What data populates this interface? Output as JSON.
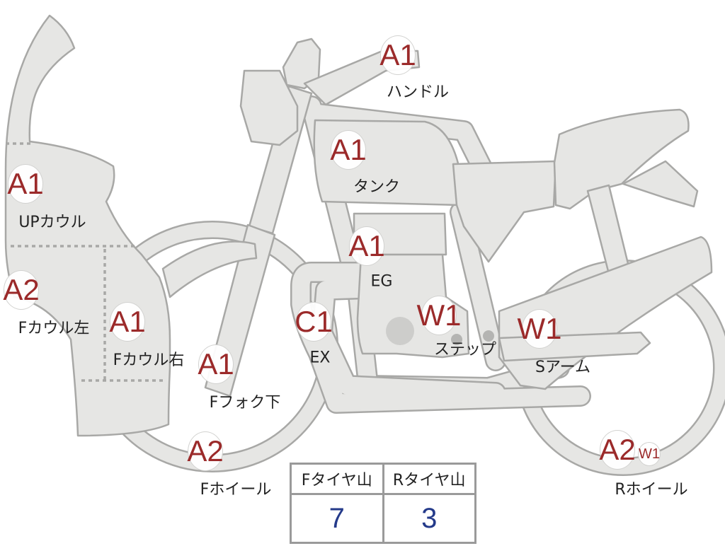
{
  "parts": [
    {
      "id": "handle",
      "grade": "A1",
      "label": "ハンドル"
    },
    {
      "id": "tank",
      "grade": "A1",
      "label": "タンク"
    },
    {
      "id": "upper-cowl",
      "grade": "A1",
      "label": "UPカウル"
    },
    {
      "id": "engine",
      "grade": "A1",
      "label": "EG"
    },
    {
      "id": "cowl-left",
      "grade": "A2",
      "label": "Fカウル左"
    },
    {
      "id": "cowl-right",
      "grade": "A1",
      "label": "Fカウル右"
    },
    {
      "id": "front-fork-lower",
      "grade": "A1",
      "label": "Fフォク下"
    },
    {
      "id": "exhaust",
      "grade": "C1",
      "label": "EX"
    },
    {
      "id": "step",
      "grade": "W1",
      "label": "ステップ"
    },
    {
      "id": "swing-arm",
      "grade": "W1",
      "label": "Sアーム"
    },
    {
      "id": "front-wheel",
      "grade": "A2",
      "label": "Fホイール"
    },
    {
      "id": "rear-wheel",
      "grade": "A2",
      "grade_extra": "W1",
      "label": "Rホイール"
    }
  ],
  "tread_table": {
    "headers": [
      "Fタイヤ山",
      "Rタイヤ山"
    ],
    "values": [
      "7",
      "3"
    ]
  },
  "colors": {
    "part_fill": "#e6e6e4",
    "part_outline": "#a8a8a6",
    "grade_text": "#9b2a2a",
    "tread_value_text": "#243a8a"
  }
}
